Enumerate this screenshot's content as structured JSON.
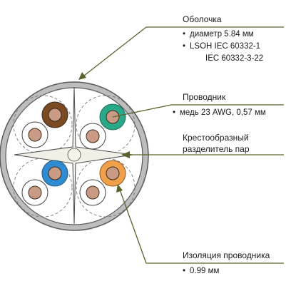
{
  "callouts": {
    "sheath": {
      "title": "Оболочка",
      "items": [
        "диаметр 5.84 мм",
        "LSOH IEC 60332-1",
        "IEC 60332-3-22"
      ]
    },
    "conductor": {
      "title": "Проводник",
      "items": [
        "медь 23 AWG, 0,57 мм"
      ]
    },
    "separator": {
      "title_line1": "Крестообразный",
      "title_line2": "разделитель пар"
    },
    "insulation": {
      "title": "Изоляция проводника",
      "items": [
        "0.99 мм"
      ]
    }
  },
  "colors": {
    "outline": "#5a5a5a",
    "sheath_fill": "#bdbdbd",
    "leader": "#58632a",
    "brown": "#7a4a22",
    "green": "#2aa88a",
    "blue": "#2f8cd0",
    "orange": "#f0a04a",
    "copper": "#c99a84",
    "separator": "#f2f0e6"
  }
}
